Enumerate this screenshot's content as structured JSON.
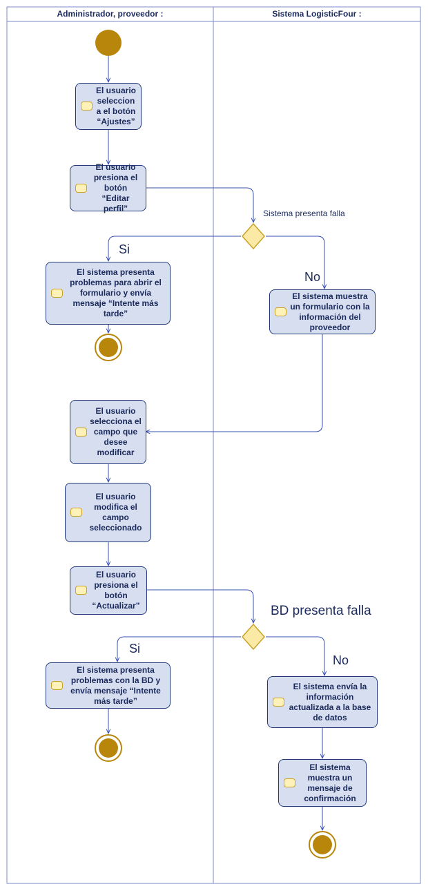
{
  "lanes": {
    "left": "Administrador, proveedor :",
    "right": "Sistema LogisticFour :"
  },
  "nodes": {
    "a1": "El usuario seleccion a el botón “Ajustes”",
    "a2": "El usuario presiona el botón “Editar perfil”",
    "err1": "El sistema presenta problemas para abrir el formulario y envía mensaje “Intente más tarde”",
    "form": "El sistema muestra un formulario con la información del proveedor",
    "sel": "El usuario selecciona el campo que desee modificar",
    "mod": "El usuario modifica el campo seleccionado",
    "act": "El usuario presiona el botón “Actualizar”",
    "err2": "El sistema presenta problemas con la BD y envía mensaje “Intente más tarde”",
    "send": "El sistema envía la información actualizada a la base de datos",
    "conf": "El sistema muestra un mensaje de confirmación"
  },
  "guards": {
    "d1": "Sistema presenta falla",
    "d1_yes": "Si",
    "d1_no": "No",
    "d2": "BD presenta falla",
    "d2_yes": "Si",
    "d2_no": "No"
  },
  "colors": {
    "node_fill": "#d6deef",
    "node_border": "#223a7a",
    "start_fill": "#b8860b",
    "decision_fill": "#fbe9a6",
    "decision_border": "#c9a227",
    "flow_line": "#3650b0"
  }
}
